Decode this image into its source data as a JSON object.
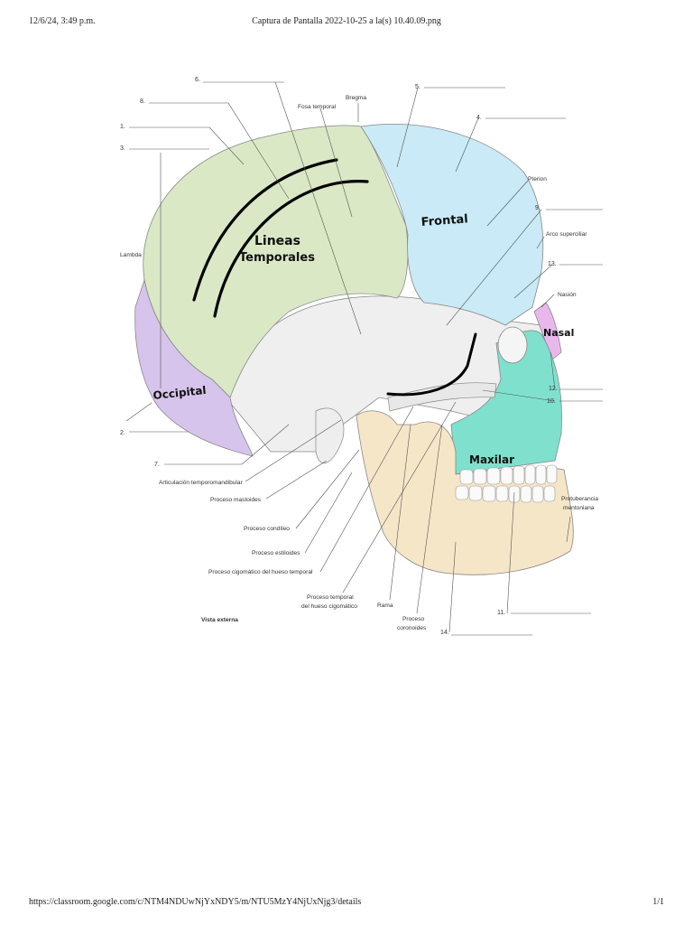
{
  "print_header": {
    "datetime": "12/6/24, 3:49 p.m.",
    "title": "Captura de Pantalla 2022-10-25 a la(s) 10.40.09.png"
  },
  "print_footer": {
    "url": "https://classroom.google.com/c/NTM4NDUwNjYxNDY5/m/NTU5MzY4NjUxNjg3/details",
    "page": "1/1"
  },
  "diagram": {
    "caption": "Vista externa",
    "colors": {
      "parietal": "#dbe8c6",
      "frontal": "#c9eaf6",
      "occipital": "#d7c4ec",
      "nasal": "#eab7ec",
      "maxilar": "#7fe0cd",
      "mandibula": "#f6e6c8",
      "temporal": "#efefef",
      "ink": "#000000"
    },
    "blanks": [
      {
        "num": "1."
      },
      {
        "num": "2."
      },
      {
        "num": "3."
      },
      {
        "num": "4."
      },
      {
        "num": "5."
      },
      {
        "num": "6."
      },
      {
        "num": "7."
      },
      {
        "num": "8."
      },
      {
        "num": "9."
      },
      {
        "num": "10."
      },
      {
        "num": "11."
      },
      {
        "num": "12."
      },
      {
        "num": "13."
      },
      {
        "num": "14."
      }
    ],
    "labels": {
      "bregma": "Bregma",
      "fosa_temporal": "Fosa temporal",
      "pterion": "Pterion",
      "arco_superciliar": "Arco superciliar",
      "nasion": "Nasión",
      "lambda": "Lambda",
      "art_tm": "Articulación temporomandibular",
      "mastoides": "Proceso mastoides",
      "condileo": "Proceso condíleo",
      "estiloides": "Proceso estiloides",
      "cigomatico": "Proceso cigomático del hueso temporal",
      "proc_temporal_1": "Proceso temporal",
      "proc_temporal_2": "del hueso cigomático",
      "rama": "Rama",
      "coronoides_1": "Proceso",
      "coronoides_2": "coronoides",
      "protuberancia_1": "Protuberancia",
      "protuberancia_2": "mentoniana"
    },
    "handwritten": {
      "lineas_1": "Lineas",
      "lineas_2": "Temporales",
      "frontal": "Frontal",
      "nasal": "Nasal",
      "occipital": "Occipital",
      "maxilar": "Maxilar"
    }
  }
}
